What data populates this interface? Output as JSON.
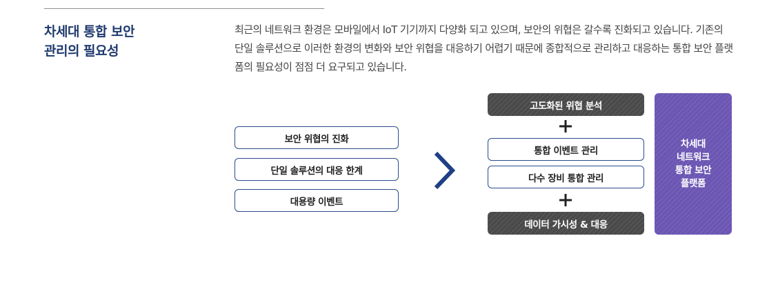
{
  "section": {
    "heading_lines": [
      "차세대 통합 보안",
      "관리의 필요성"
    ],
    "description": "최근의 네트워크 환경은 모바일에서 IoT 기기까지 다양화 되고 있으며, 보안의 위협은 갈수록 진화되고 있습니다. 기존의 단일 솔루션으로 이러한 환경의 변화와 보안 위협을 대응하기 어렵기 때문에 종합적으로 관리하고 대응하는 통합 보안 플랫폼의 필요성이 점점 더 요구되고 있습니다."
  },
  "diagram": {
    "problems": [
      "보안 위협의 진화",
      "단일 솔루션의 대응 한계",
      "대용량  이벤트"
    ],
    "arrow_icon": "chevron-right-icon",
    "plus_icon": "plus-icon",
    "components": {
      "top": "고도화된 위협 분석",
      "middle": [
        "통합 이벤트 관리",
        "다수 장비 통합 관리"
      ],
      "bottom": "데이터 가시성 & 대응"
    },
    "result_lines": [
      "차세대",
      "네트워크",
      "통합 보안",
      "플랫폼"
    ]
  },
  "colors": {
    "heading": "#1e3a6e",
    "box_border": "#2b4c8c",
    "arrow": "#1f3f86",
    "dark_box": "#4a4a4a",
    "platform": "#6b56b3"
  }
}
